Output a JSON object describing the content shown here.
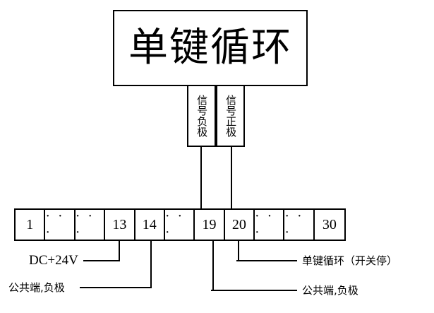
{
  "diagram": {
    "title": "单键循环",
    "signal_boxes": [
      {
        "id": "signal-negative",
        "label": "信号负极"
      },
      {
        "id": "signal-positive",
        "label": "信号正极"
      }
    ],
    "terminal_strip": {
      "cells": [
        {
          "type": "num",
          "label": "1"
        },
        {
          "type": "dots",
          "label": "· · ·"
        },
        {
          "type": "dots",
          "label": "· · ·"
        },
        {
          "type": "num",
          "label": "13"
        },
        {
          "type": "num",
          "label": "14"
        },
        {
          "type": "dots",
          "label": "· · ·"
        },
        {
          "type": "num",
          "label": "19"
        },
        {
          "type": "num",
          "label": "20"
        },
        {
          "type": "dots",
          "label": "· · ·"
        },
        {
          "type": "dots",
          "label": "· · ·"
        },
        {
          "type": "num",
          "label": "30"
        }
      ]
    },
    "captions": {
      "supply_voltage": "DC+24V",
      "common_negative_left": "公共端,负极",
      "single_key_cycle_function": "单键循环（开关停）",
      "common_negative_right": "公共端,负极"
    },
    "colors": {
      "line": "#000000",
      "background": "#ffffff",
      "text": "#000000"
    }
  }
}
